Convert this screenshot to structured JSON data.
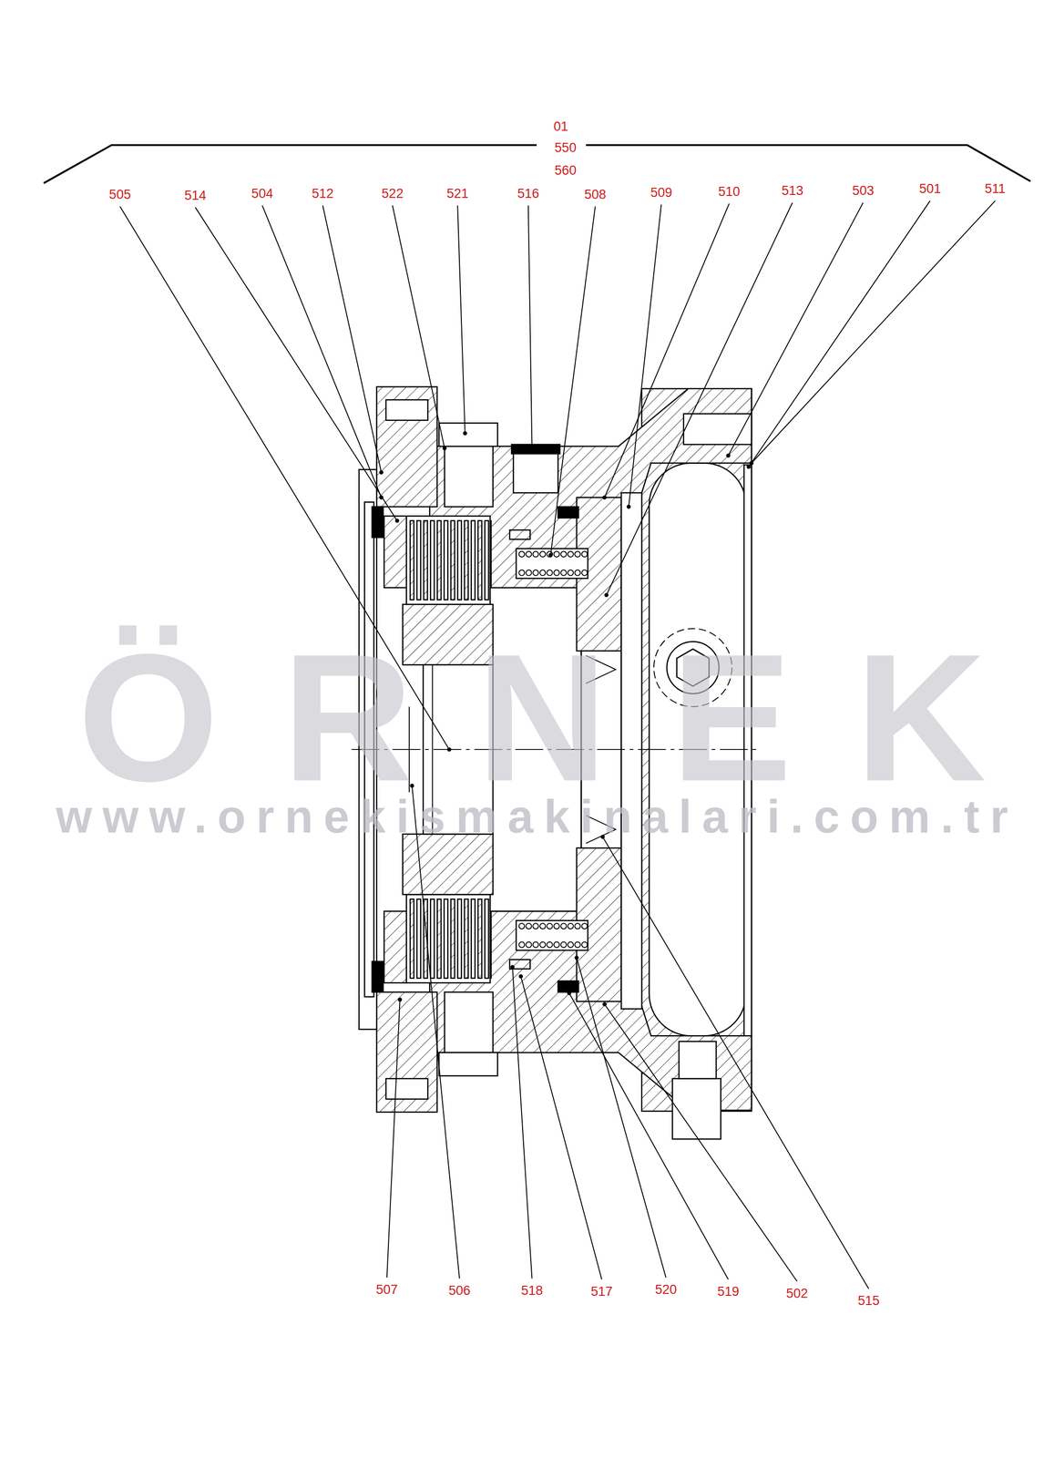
{
  "diagram": {
    "labels": [
      "01",
      "550",
      "560",
      "505",
      "514",
      "504",
      "512",
      "522",
      "521",
      "516",
      "508",
      "509",
      "510",
      "513",
      "503",
      "501",
      "511",
      "ÖRNEK",
      "www.ornekismakinalari.com.tr",
      "507",
      "506",
      "518",
      "517",
      "520",
      "519",
      "502",
      "515"
    ]
  }
}
